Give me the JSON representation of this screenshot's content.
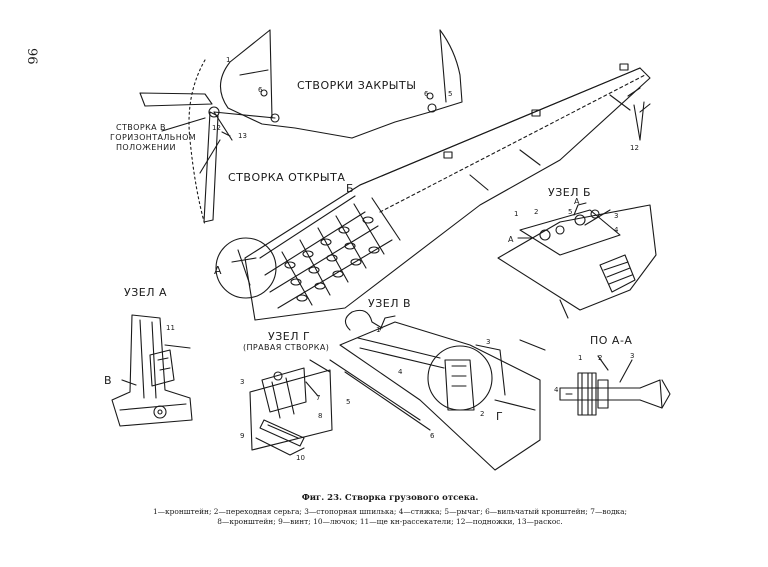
{
  "page_number": "96",
  "labels": {
    "doors_closed": "СТВОРКИ ЗАКРЫТЫ",
    "door_horizontal_1": "СТВОРКА В",
    "door_horizontal_2": "ГОРИЗОНТАЛЬНОМ",
    "door_horizontal_3": "ПОЛОЖЕНИИ",
    "door_open": "СТВОРКА ОТКРЫТА",
    "node_a": "УЗЕЛ А",
    "node_b": "УЗЕЛ Б",
    "node_v": "УЗЕЛ В",
    "node_g": "УЗЕЛ Г",
    "node_g_sub": "(ПРАВАЯ СТВОРКА)",
    "section_aa": "ПО А-А",
    "letter_a": "А",
    "letter_b": "Б",
    "letter_v": "В",
    "letter_g": "Г",
    "letter_a_arrow_1": "А",
    "letter_a_arrow_2": "А"
  },
  "callouts": {
    "n1": "1",
    "n2": "2",
    "n3": "3",
    "n4": "4",
    "n5": "5",
    "n6": "6",
    "n7": "7",
    "n8": "8",
    "n9": "9",
    "n10": "10",
    "n11": "11",
    "n12": "12",
    "n13": "13"
  },
  "caption": {
    "figure": "Фиг. 23. Створка грузового отсека.",
    "legend_line1": "1—кронштейн; 2—переходная серьга; 3—стопорная шпилька; 4—стяжка; 5—рычаг; 6—вильчатый кронштейн; 7—водка;",
    "legend_line2": "8—кронштейн; 9—винт; 10—лючок; 11—ще кн-рассекатели; 12—подножки, 13—раскос."
  },
  "colors": {
    "ink": "#1a1a1a",
    "paper": "#ffffff"
  }
}
